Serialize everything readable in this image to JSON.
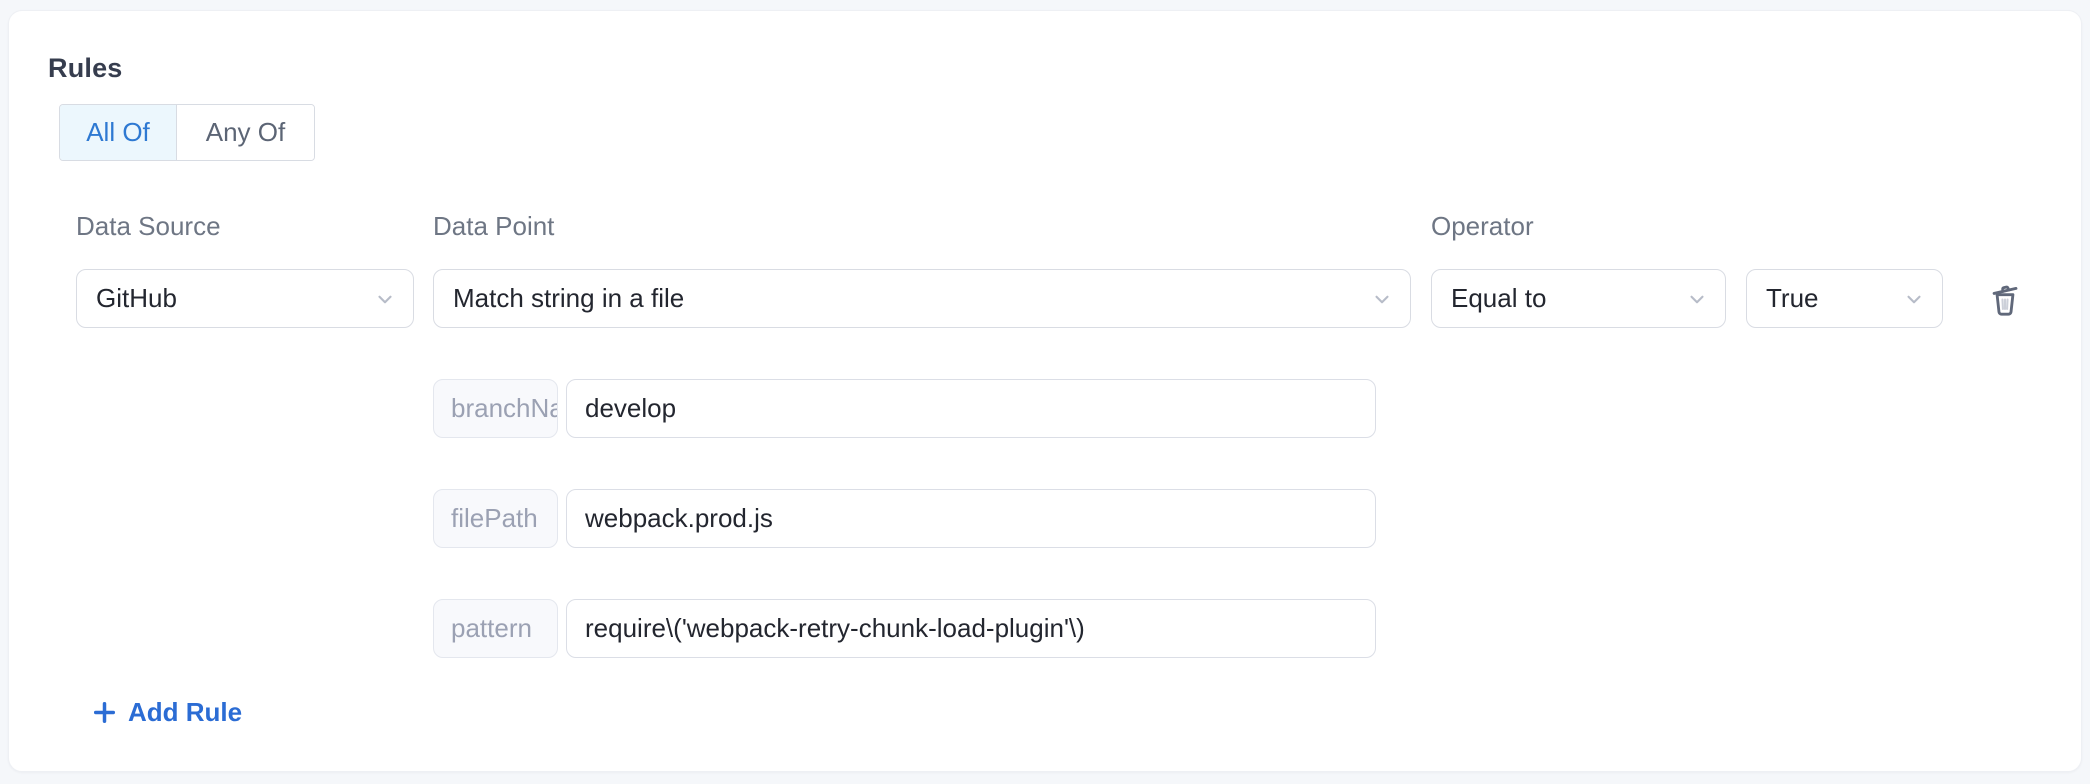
{
  "rules_section": {
    "title": "Rules",
    "match_toggle": {
      "options": [
        {
          "label": "All Of",
          "selected": true
        },
        {
          "label": "Any Of",
          "selected": false
        }
      ]
    },
    "rule": {
      "data_source": {
        "label": "Data Source",
        "value": "GitHub"
      },
      "data_point": {
        "label": "Data Point",
        "value": "Match string in a file"
      },
      "operator": {
        "label": "Operator",
        "value": "Equal to"
      },
      "expected_value": {
        "value": "True"
      },
      "params": [
        {
          "name": "branchName",
          "value": "develop"
        },
        {
          "name": "filePath",
          "value": "webpack.prod.js"
        },
        {
          "name": "pattern",
          "value": "require\\('webpack-retry-chunk-load-plugin'\\)"
        }
      ],
      "delete_icon": "trash-icon"
    },
    "add_rule_label": "Add Rule",
    "icons": {
      "chevron": "chevron-down-icon",
      "plus": "plus-icon"
    },
    "colors": {
      "accent_blue": "#2b6cd4",
      "selected_toggle_bg": "#ecf7fd",
      "selected_toggle_text": "#2e79d2",
      "label_gray": "#6e7684",
      "value_text": "#23262f",
      "muted_key_text": "#9ba1b3"
    }
  }
}
